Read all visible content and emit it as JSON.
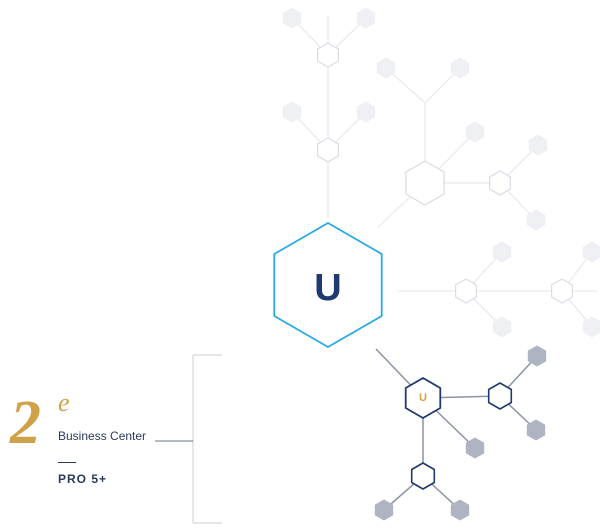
{
  "brand": {
    "number": "2",
    "superscript": "e",
    "name": "Business Center",
    "tier": "PRO 5+"
  },
  "diagram": {
    "center_label": "U",
    "member_label": "U",
    "colors": {
      "faded": "#eef0f4",
      "faded_line": "#e3e5ea",
      "center_stroke": "#2aa9e6",
      "navy": "#1f3a6e",
      "gold": "#d6a245",
      "filled_node": "#aeb4c2",
      "connector": "#8a93a6",
      "bracket": "#c8ccd4"
    }
  }
}
